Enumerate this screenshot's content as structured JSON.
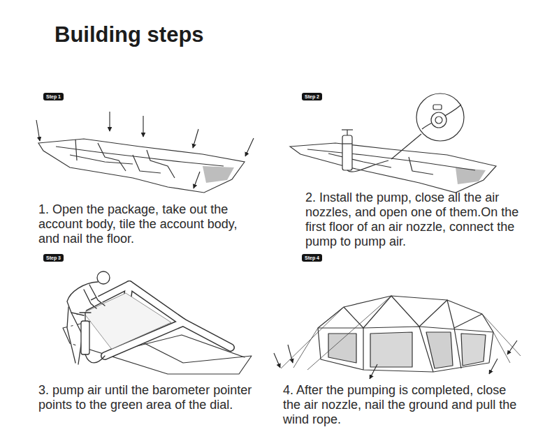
{
  "diagram": {
    "title": "Building steps",
    "nodes": [
      {
        "text": [
          "Step 1"
        ]
      },
      {
        "text": [
          "Step 2"
        ]
      },
      {
        "text": [
          "Step 3"
        ]
      },
      {
        "text": [
          "Step 4"
        ]
      }
    ],
    "labels": [
      "1. Open the package, take out the account body, tile the account body, and nail the floor.",
      "2. Install the pump, close all the air nozzles, and open one of them.On the first floor of an air nozzle, connect the pump to pump air.",
      "3. pump air until the barometer pointer points to the green area of the dial.",
      "4. After the pumping is completed, close the air nozzle, nail the ground and pull the wind rope."
    ]
  }
}
